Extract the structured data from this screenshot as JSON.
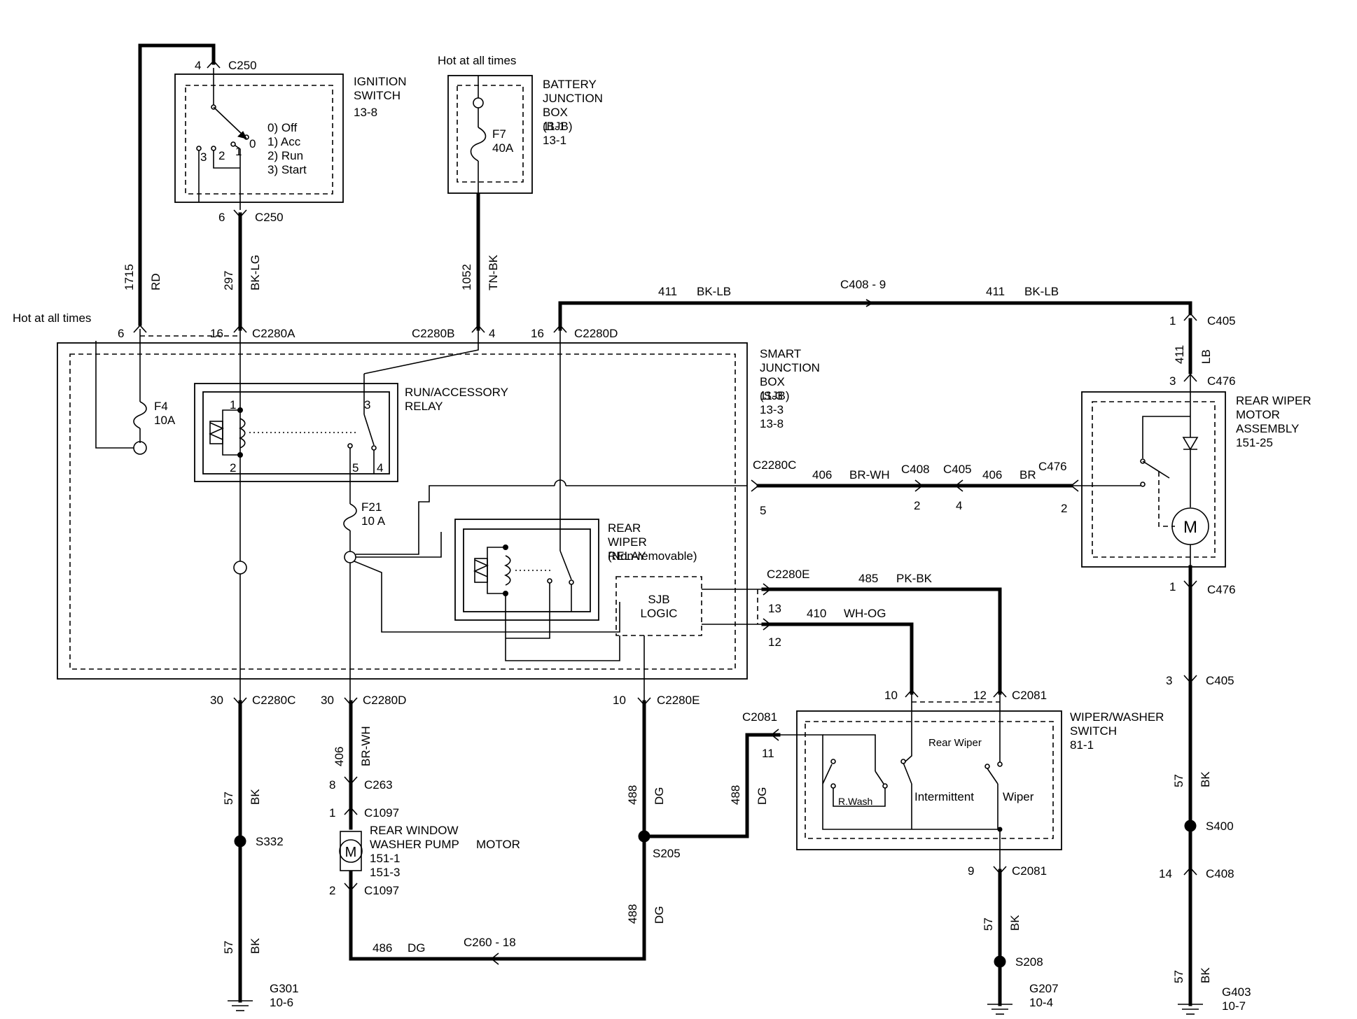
{
  "ignition_switch": {
    "name": "IGNITION SWITCH",
    "ref": "13-8",
    "conn_top": "C250",
    "pin_top": "4",
    "conn_bottom": "C250",
    "pin_bottom": "6",
    "pos_labels": [
      "3",
      "2",
      "1",
      "0"
    ],
    "positions": [
      "0) Off",
      "1) Acc",
      "2) Run",
      "3) Start"
    ]
  },
  "bjb": {
    "hot_label": "Hot at all times",
    "name": "BATTERY JUNCTION BOX (BJB)",
    "refs": [
      "11-1",
      "13-1"
    ],
    "fuse_id": "F7",
    "fuse_rating": "40A"
  },
  "sjb": {
    "hot_label": "Hot at all times",
    "name": "SMART JUNCTION BOX (SJB)",
    "refs": [
      "11-3",
      "13-3",
      "13-8"
    ],
    "f4_id": "F4",
    "f4_rating": "10A",
    "f21_id": "F21",
    "f21_rating": "10 A",
    "run_relay": "RUN/ACCESSORY RELAY",
    "run_relay_pins": [
      "1",
      "2",
      "3",
      "4",
      "5"
    ],
    "rear_relay": "REAR WIPER RELAY",
    "rear_relay_note": "(Non-removable)",
    "logic": "SJB LOGIC"
  },
  "connectors": {
    "c2280a": "C2280A",
    "c2280a_pin1": "6",
    "c2280a_pin2": "16",
    "c2280b": "C2280B",
    "c2280b_pin": "4",
    "c2280d_top": "C2280D",
    "c2280d_top_pin": "16",
    "c2280c_right": "C2280C",
    "c2280c_right_pin": "5",
    "c2280e_right": "C2280E",
    "c2280e_pin13": "13",
    "c2280e_pin12": "12",
    "c2280c_bot": "C2280C",
    "c2280c_bot_pin": "30",
    "c2280d_bot": "C2280D",
    "c2280d_bot_pin": "30",
    "c2280e_bot": "C2280E",
    "c2280e_bot_pin": "10",
    "c405_top": "C405",
    "c405_top_pin": "1",
    "c476_top": "C476",
    "c476_top_pin": "3",
    "c476_mid": "C476",
    "c476_mid_pin": "2",
    "c476_bot": "C476",
    "c476_bot_pin": "1",
    "c405_bot": "C405",
    "c405_bot_pin": "3",
    "c408_mid": "C408",
    "c408_mid_pin": "2",
    "c405_mid": "C405",
    "c405_mid_pin": "4",
    "c408_inline": "C408 - 9",
    "c408_bot": "C408",
    "c408_bot_pin": "14",
    "c263": "C263",
    "c263_pin": "8",
    "c1097_top": "C1097",
    "c1097_top_pin": "1",
    "c1097_bot": "C1097",
    "c1097_bot_pin": "2",
    "c2081_10": "10",
    "c2081_12": "12",
    "c2081_top": "C2081",
    "c2081_left": "C2081",
    "c2081_left_pin": "11",
    "c2081_bot": "C2081",
    "c2081_bot_pin": "9",
    "c260": "C260 - 18"
  },
  "wires": {
    "w1715": "1715",
    "w1715_color": "RD",
    "w297": "297",
    "w297_color": "BK-LG",
    "w1052": "1052",
    "w1052_color": "TN-BK",
    "w411a": "411",
    "w411a_color": "BK-LB",
    "w411b": "411",
    "w411b_color": "BK-LB",
    "w411c": "411",
    "w411c_color": "LB",
    "w406a": "406",
    "w406a_color": "BR-WH",
    "w406b": "406",
    "w406b_color": "BR",
    "w485": "485",
    "w485_color": "PK-BK",
    "w410": "410",
    "w410_color": "WH-OG",
    "w57a": "57",
    "w57a_color": "BK",
    "w57b": "57",
    "w57b_color": "BK",
    "w406v": "406",
    "w406v_color": "BR-WH",
    "w488a": "488",
    "w488a_color": "DG",
    "w488b": "488",
    "w488b_color": "DG",
    "w488c": "488",
    "w488c_color": "DG",
    "w486": "486",
    "w486_color": "DG",
    "w57c": "57",
    "w57c_color": "BK",
    "w57d": "57",
    "w57d_color": "BK",
    "w57e": "57",
    "w57e_color": "BK"
  },
  "rear_wiper_motor": {
    "name": "REAR WIPER MOTOR ASSEMBLY",
    "ref": "151-25",
    "symbol": "M"
  },
  "washer_pump": {
    "name": "REAR WINDOW WASHER PUMP",
    "extra": "MOTOR",
    "refs": [
      "151-1",
      "151-3"
    ],
    "symbol": "M"
  },
  "wiper_switch": {
    "name": "WIPER/WASHER SWITCH",
    "ref": "81-1",
    "rear_wiper": "Rear Wiper",
    "rwash": "R.Wash",
    "intermittent": "Intermittent",
    "wiper": "Wiper"
  },
  "splices": {
    "s332": "S332",
    "s205": "S205",
    "s400": "S400",
    "s208": "S208"
  },
  "grounds": {
    "g301": "G301",
    "g301_ref": "10-6",
    "g207": "G207",
    "g207_ref": "10-4",
    "g403": "G403",
    "g403_ref": "10-7"
  }
}
